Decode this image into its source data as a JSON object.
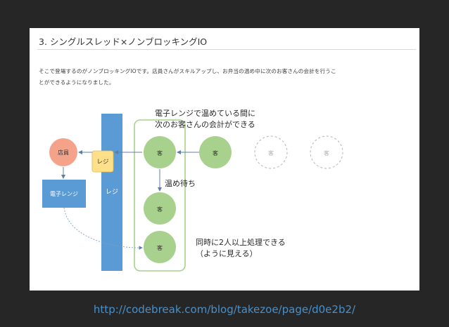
{
  "slide": {
    "heading": "3. シングルスレッド×ノンブロッキングIO",
    "paragraph": [
      "そこで登場するのがノンブロッキングIOです。店員さんがスキルアップし、お弁当の温め中に次のお客さんの会計を行うこ",
      "とができるようになりました。"
    ]
  },
  "diagram": {
    "clerk": "店員",
    "register_box": "レジ",
    "register_bar": "レジ",
    "microwave": "電子レンジ",
    "customer": "客",
    "waiting_customer": "客",
    "caption_top": [
      "電子レンジで温めている間に",
      "次のお客さんの会計ができる"
    ],
    "caption_warming": "温め待ち",
    "caption_bottom": [
      "同時に2人以上処理できる",
      "（ように見える）"
    ],
    "colors": {
      "clerk_fill": "#f4a38a",
      "register_fill": "#ffe08a",
      "bar_fill": "#5b9bd5",
      "customer_fill": "#a9d18e",
      "group_outline": "#a9d18e"
    }
  },
  "footer": {
    "url": "http://codebreak.com/blog/takezoe/page/d0e2b2/"
  }
}
